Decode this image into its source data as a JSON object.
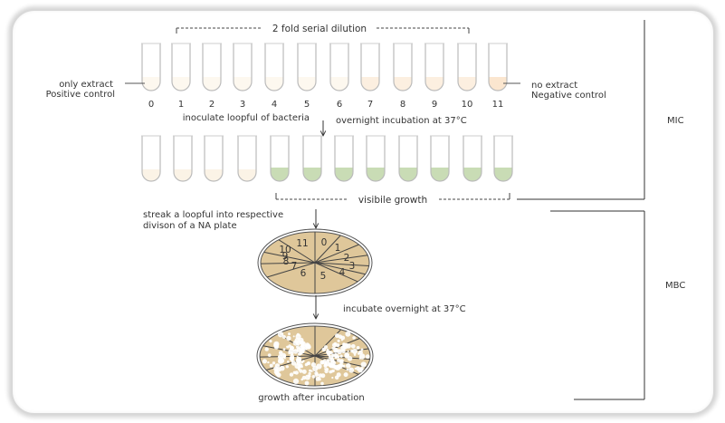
{
  "title": "2 fold serial dilution",
  "positive_control": {
    "line1": "only extract",
    "line2": "Positive control"
  },
  "negative_control": {
    "line1": "no extract",
    "line2": "Negative control"
  },
  "tube_numbers": [
    "0",
    "1",
    "2",
    "3",
    "4",
    "5",
    "6",
    "7",
    "8",
    "9",
    "10",
    "11"
  ],
  "steps": {
    "inoculate": "inoculate loopful of bacteria",
    "overnight": "overnight incubation at 37°C",
    "visible_growth": "visibile growth",
    "streak_line1": "streak a loopful into respective",
    "streak_line2": "divison of a NA plate",
    "incubate": "incubate overnight at 37°C",
    "growth_after": "growth after incubation"
  },
  "sections": {
    "mic": "MIC",
    "mbc": "MBC"
  },
  "plate_numbers": [
    "0",
    "1",
    "2",
    "3",
    "4",
    "5",
    "6",
    "7",
    "8",
    "9",
    "10",
    "11"
  ],
  "colors": {
    "liquid_clear": "#fbf3e6",
    "liquid_growth": "#c9dcb5",
    "agar": "#dfc79a",
    "growth_dots": "#ffffff",
    "line": "#333333"
  }
}
